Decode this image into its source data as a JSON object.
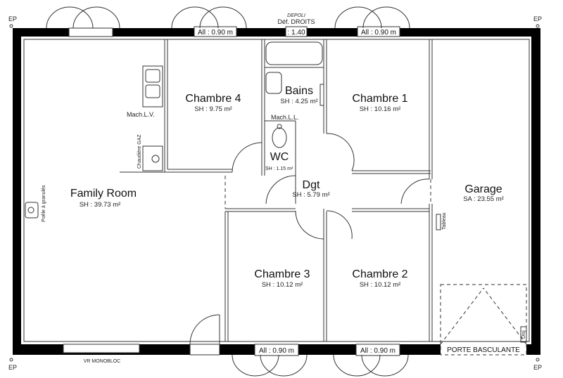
{
  "rooms": {
    "family": {
      "name": "Family Room",
      "area": "SH : 39.73 m²"
    },
    "chambre4": {
      "name": "Chambre 4",
      "area": "SH : 9.75 m²"
    },
    "bains": {
      "name": "Bains",
      "area": "SH : 4.25 m²"
    },
    "chambre1": {
      "name": "Chambre 1",
      "area": "SH : 10.16 m²"
    },
    "wc": {
      "name": "WC",
      "area": "SH : 1.15 m²"
    },
    "dgt": {
      "name": "Dgt",
      "area": "SH : 5.79 m²"
    },
    "garage": {
      "name": "Garage",
      "area": "SA : 23.55 m²"
    },
    "chambre3": {
      "name": "Chambre 3",
      "area": "SH : 10.12 m²"
    },
    "chambre2": {
      "name": "Chambre 2",
      "area": "SH : 10.12 m²"
    }
  },
  "openings": {
    "top_left_window": "All : 0.90 m",
    "top_bath_window": ": 1.40",
    "top_bath_note1": "DEPOLI",
    "top_bath_note2": "Déf. DROITS",
    "top_right_window": "All : 0.90 m",
    "bottom_left_window": "All : 0.90 m",
    "bottom_right_window": "All : 0.90 m",
    "vr": "VR MONOBLOC",
    "garage_door": "PORTE BASCULANTE"
  },
  "equipment": {
    "mach_lv": "Mach.L.V.",
    "mach_ll": "Mach.L.L.",
    "chaudiere": "Chaudière GAZ",
    "poele": "Poêle à granulés",
    "tableau": "Tableau",
    "disj": "Disj"
  },
  "ep": "EP"
}
